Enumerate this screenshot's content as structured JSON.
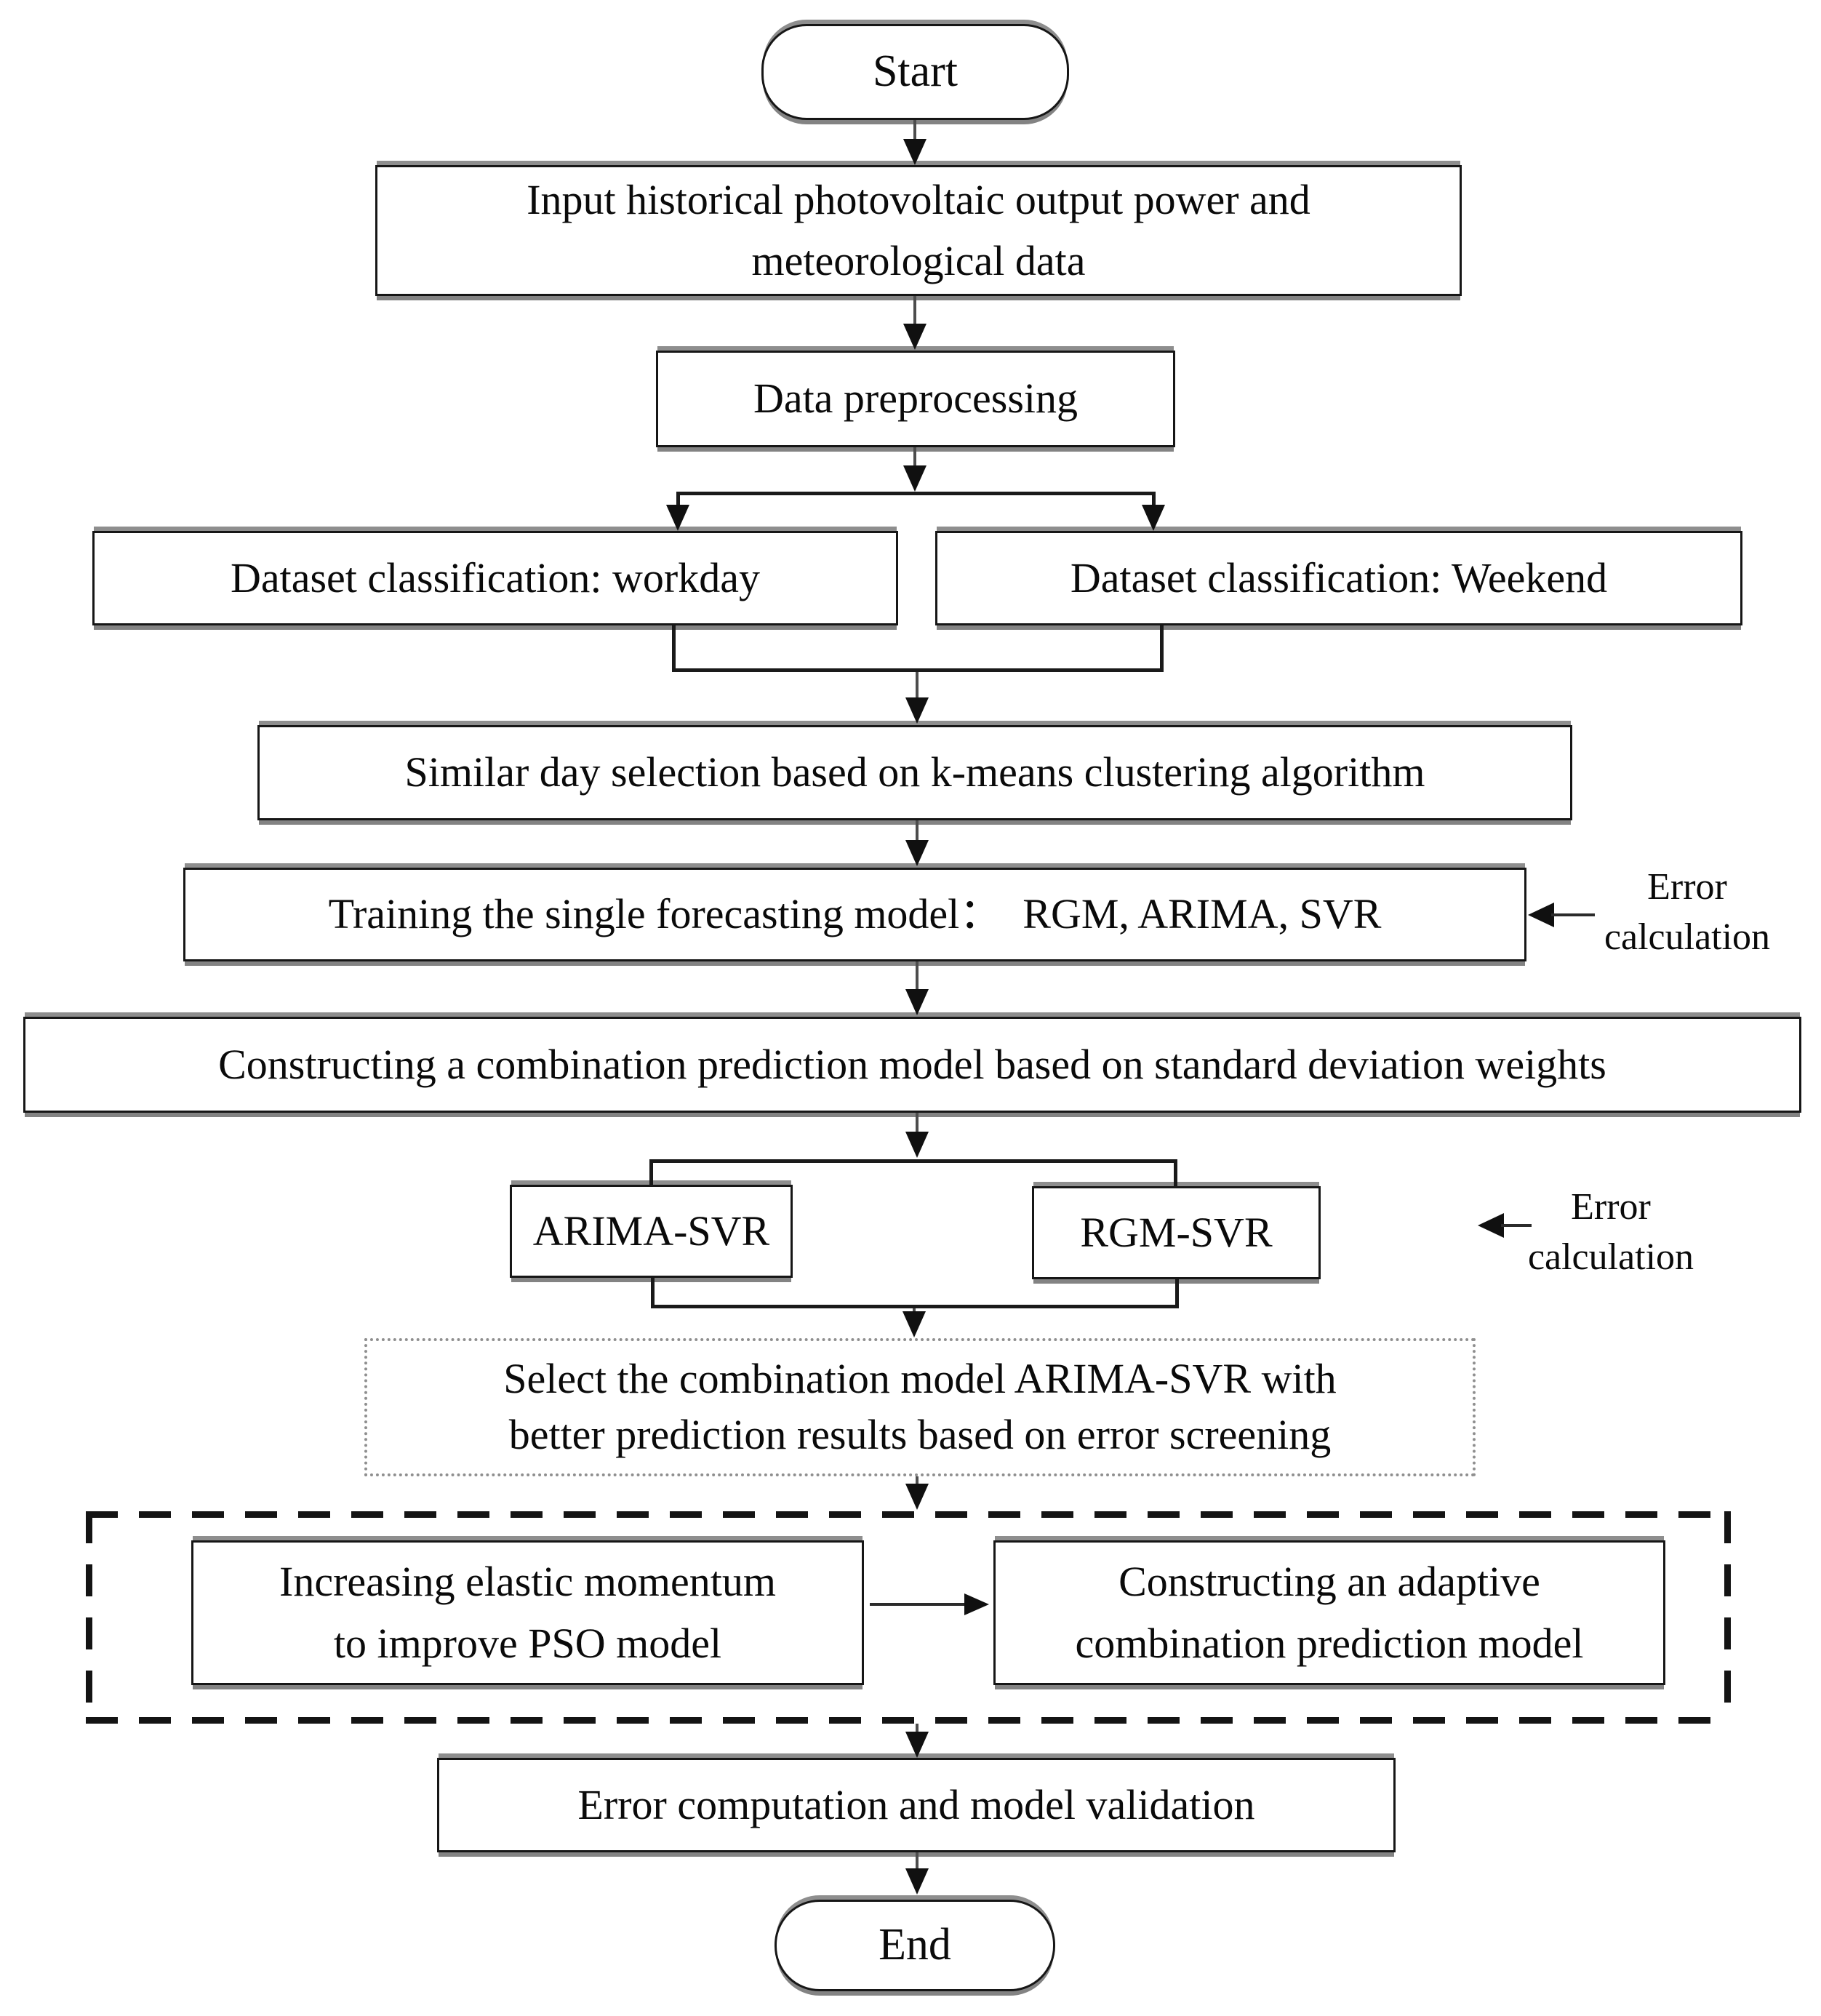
{
  "colors": {
    "background": "#ffffff",
    "box_border": "#161616",
    "box_shadow": "#8e8e8e",
    "connector_line": "#1a1a1a",
    "arrow_stem": "#4d4d4d",
    "arrowhead": "#101010",
    "dotted_border": "#8f8f8f",
    "text": "#0a0a0a"
  },
  "nodes": {
    "start": {
      "label": "Start"
    },
    "input": {
      "lines": [
        "Input historical photovoltaic output power and",
        "meteorological data"
      ]
    },
    "preprocessing": {
      "label": "Data preprocessing"
    },
    "workday": {
      "label": "Dataset classification: workday"
    },
    "weekend": {
      "label": "Dataset classification: Weekend"
    },
    "similar_day": {
      "label": "Similar day selection based on k-means clustering algorithm"
    },
    "training": {
      "label": "Training the single forecasting model： RGM, ARIMA, SVR"
    },
    "combination": {
      "label": "Constructing a combination prediction model based on standard deviation weights"
    },
    "arima_svr": {
      "label": "ARIMA-SVR"
    },
    "rgm_svr": {
      "label": "RGM-SVR"
    },
    "select_model": {
      "lines": [
        "Select the combination model ARIMA-SVR with",
        "better prediction results based on error screening"
      ]
    },
    "pso": {
      "lines": [
        "Increasing elastic momentum",
        "to improve PSO model"
      ]
    },
    "adaptive": {
      "lines": [
        "Constructing an adaptive",
        "combination prediction model"
      ]
    },
    "error_validation": {
      "label": "Error computation and model validation"
    },
    "end": {
      "label": "End"
    }
  },
  "annotations": {
    "error_calc_top": {
      "lines": [
        "Error",
        "calculation"
      ]
    },
    "error_calc_bottom": {
      "lines": [
        "Error",
        "calculation"
      ]
    }
  }
}
